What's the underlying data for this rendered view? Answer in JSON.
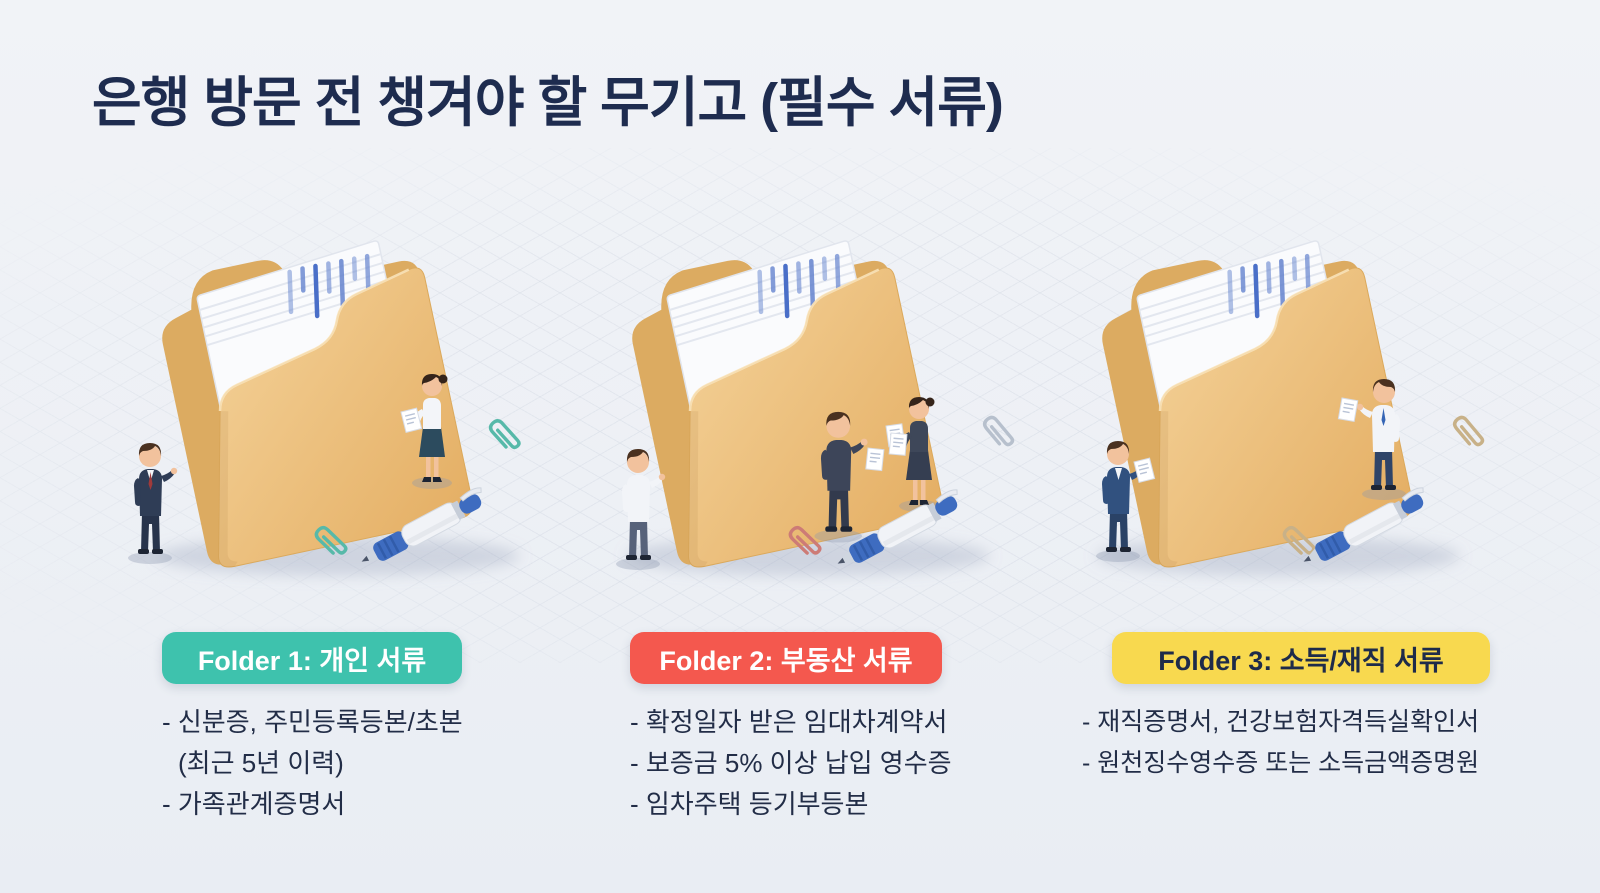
{
  "header": {
    "title": "은행 방문 전 챙겨야 할 무기고 (필수 서류)"
  },
  "palette": {
    "background": "#edf0f5",
    "title_text": "#1e2c4f",
    "body_text": "#222d47",
    "folder_tan": "#e9bc79",
    "paper_white": "#fafbfd",
    "pen_blue": "#3e6cc0",
    "badge_teal": "#3ec2ad",
    "badge_red": "#f4584e",
    "badge_yellow": "#f8d94f"
  },
  "folders": [
    {
      "badge": "Folder 1: 개인 서류",
      "badge_bg": "#3ec2ad",
      "badge_text_color": "#ffffff",
      "paperclip_color": "#57b9a9",
      "lines": [
        {
          "text": "- 신분증, 주민등록등본/초본"
        },
        {
          "text": "(최근 5년 이력)"
        },
        {
          "text": "- 가족관계증명서"
        }
      ]
    },
    {
      "badge": "Folder 2: 부동산 서류",
      "badge_bg": "#f4584e",
      "badge_text_color": "#ffffff",
      "paperclip_color": "#cd7b76",
      "lines": [
        {
          "text": "- 확정일자 받은 임대차계약서"
        },
        {
          "text": "- 보증금 5% 이상 납입 영수증"
        },
        {
          "text": "- 임차주택 등기부등본"
        }
      ]
    },
    {
      "badge": "Folder 3: 소득/재직 서류",
      "badge_bg": "#f8d94f",
      "badge_text_color": "#1e2b4a",
      "paperclip_color": "#c8b188",
      "lines": [
        {
          "text": "- 재직증명서, 건강보험자격득실확인서"
        },
        {
          "text": "- 원천징수영수증 또는 소득금액증명원"
        }
      ]
    }
  ]
}
